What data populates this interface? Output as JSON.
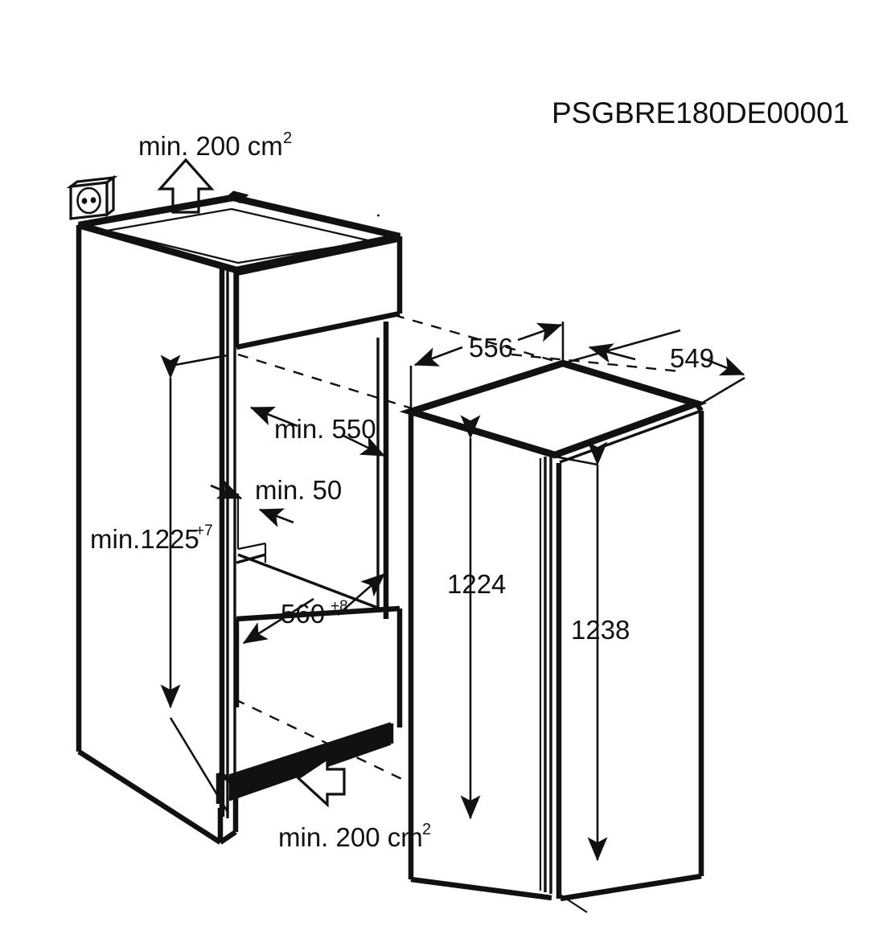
{
  "document": {
    "reference_code": "PSGBRE180DE00001",
    "type": "appliance-installation-dimension-drawing",
    "background_color": "#ffffff",
    "line_color": "#111111"
  },
  "views": {
    "left": {
      "name": "kitchen-cabinet-niche",
      "description": "isometric built-in cabinet housing with ventilation arrows"
    },
    "right": {
      "name": "refrigerator-appliance",
      "description": "isometric built-in refrigerator unit"
    }
  },
  "ventilation": {
    "top_label": "min. 200 cm",
    "top_sup": "2",
    "bottom_label": "min. 200 cm",
    "bottom_sup": "2"
  },
  "dimensions": {
    "niche_height": {
      "label": "min.1225",
      "sup": "+7"
    },
    "niche_depth": {
      "label": "min. 550",
      "sup": ""
    },
    "top_gap": {
      "label": "min. 50",
      "sup": ""
    },
    "niche_width": {
      "label": "560",
      "sup": "+8"
    },
    "appliance_width": {
      "label": "556",
      "sup": ""
    },
    "appliance_depth": {
      "label": "549",
      "sup": ""
    },
    "appliance_body_height": {
      "label": "1224",
      "sup": ""
    },
    "appliance_door_height": {
      "label": "1238",
      "sup": ""
    }
  },
  "icons": {
    "power_socket": "power-socket-icon",
    "vent_arrow_up": "arrow-up-vent-icon",
    "vent_arrow_in": "arrow-in-vent-icon"
  }
}
